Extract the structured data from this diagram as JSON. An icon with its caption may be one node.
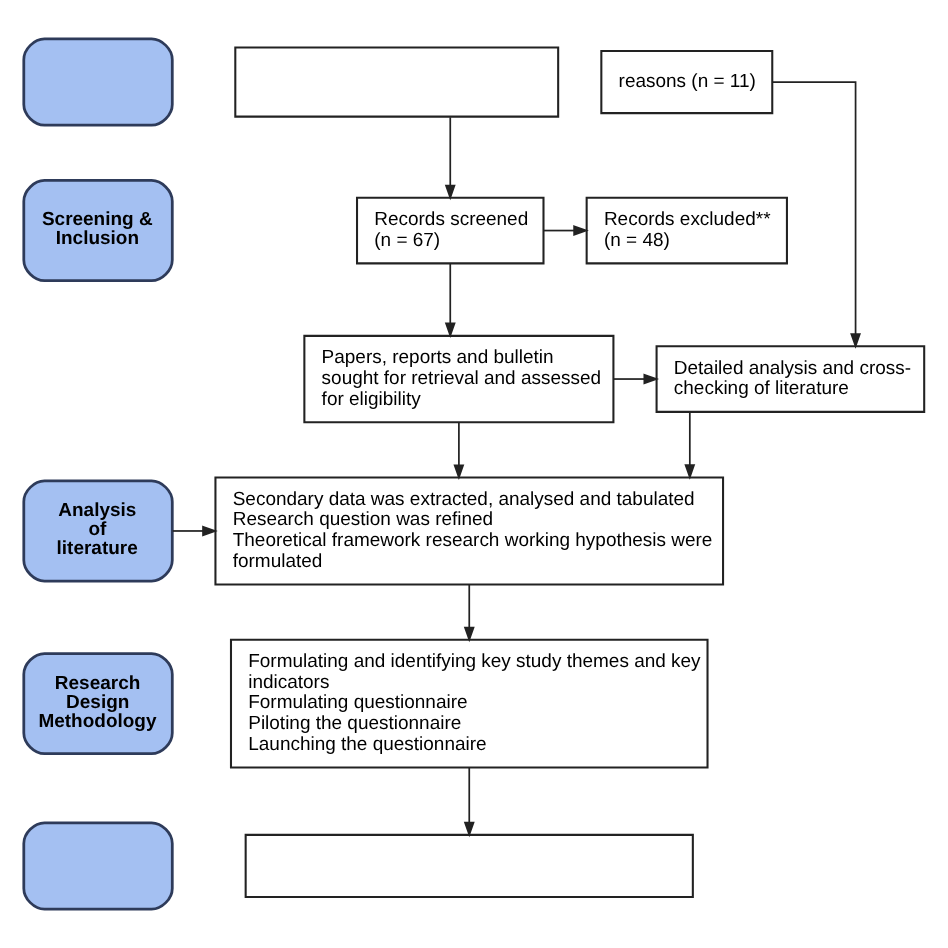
{
  "diagram": {
    "nodes": [
      {
        "text": [],
        "shape": "box"
      },
      {
        "text": [],
        "shape": "box"
      },
      {
        "text": [
          "reasons (n = 11)"
        ]
      },
      {
        "text": [
          "Screening & Inclusion"
        ]
      },
      {
        "text": [
          "Records screened (n = 67)"
        ]
      },
      {
        "text": [
          "Records excluded** (n = 48)"
        ]
      },
      {
        "text": [
          "Papers, reports and bulletin sought for retrieval and assessed for eligibility"
        ]
      },
      {
        "text": [
          "Detailed analysis and cross-checking of literature"
        ]
      },
      {
        "text": [
          "Analysis of literature"
        ]
      },
      {
        "text": [
          "Secondary data was extracted, analysed and tabulated",
          "Research question was refined",
          "Theoretical framework research working hypothesis were formulated"
        ]
      },
      {
        "text": [
          "Research Design Methodology"
        ]
      },
      {
        "text": [
          "Formulating and identifying key study themes and key indicators",
          "Formulating questionnaire",
          "Piloting the questionnaire",
          "Launching the questionnaire"
        ]
      },
      {
        "text": [],
        "shape": "box"
      },
      {
        "text": [],
        "shape": "box"
      }
    ],
    "edges": [
      {
        "from": 1,
        "to": 4,
        "arrow": "to"
      },
      {
        "from": 2,
        "to": 7,
        "arrow": "to"
      },
      {
        "from": 4,
        "to": 5,
        "arrow": "to"
      },
      {
        "from": 4,
        "to": 6,
        "arrow": "to"
      },
      {
        "from": 6,
        "to": 7,
        "arrow": "to"
      },
      {
        "from": 6,
        "to": 9,
        "arrow": "to"
      },
      {
        "from": 7,
        "to": 9,
        "arrow": "to"
      },
      {
        "from": 8,
        "to": 9,
        "arrow": "to"
      },
      {
        "from": 9,
        "to": 11,
        "arrow": "to"
      },
      {
        "from": 11,
        "to": 13,
        "arrow": "to"
      }
    ]
  }
}
